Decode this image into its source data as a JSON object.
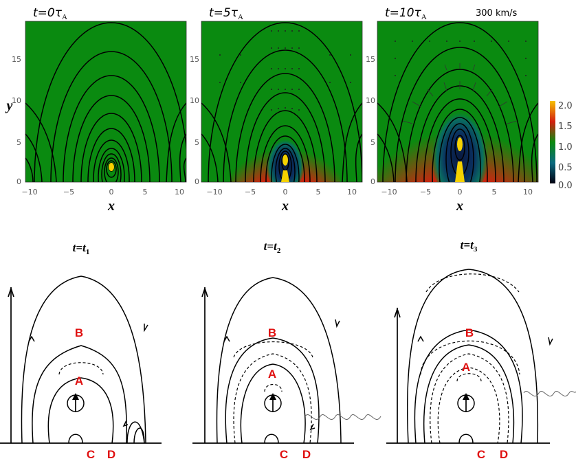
{
  "top": {
    "panels": [
      {
        "title_prefix": "t",
        "title_eq": "=",
        "title_val": "0τ",
        "title_sub": "A"
      },
      {
        "title_prefix": "t",
        "title_eq": "=",
        "title_val": "5τ",
        "title_sub": "A"
      },
      {
        "title_prefix": "t",
        "title_eq": "=",
        "title_val": "10τ",
        "title_sub": "A"
      }
    ],
    "x_ticks": [
      "−10",
      "−5",
      "0",
      "5",
      "10"
    ],
    "y_ticks": [
      "0",
      "5",
      "10",
      "15"
    ],
    "x_label": "x",
    "y_label": "y",
    "velocity_scale": "300 km/s",
    "colorbar_ticks": [
      "2.0",
      "1.5",
      "1.0",
      "0.5",
      "0.0"
    ],
    "colors": {
      "background_green": "#0a8a10",
      "front_red": "#d42010",
      "cavity_dark": "#0a1a40",
      "core_yellow": "#f5d200"
    }
  },
  "bottom": {
    "panels": [
      {
        "title": "t=t",
        "sub": "1",
        "labels": {
          "A": "A",
          "B": "B",
          "C": "C",
          "D": "D"
        }
      },
      {
        "title": "t=t",
        "sub": "2",
        "labels": {
          "A": "A",
          "B": "B",
          "C": "C",
          "D": "D"
        }
      },
      {
        "title": "t=t",
        "sub": "3",
        "labels": {
          "A": "A",
          "B": "B",
          "C": "C",
          "D": "D"
        }
      }
    ],
    "label_color": "#e01010"
  }
}
